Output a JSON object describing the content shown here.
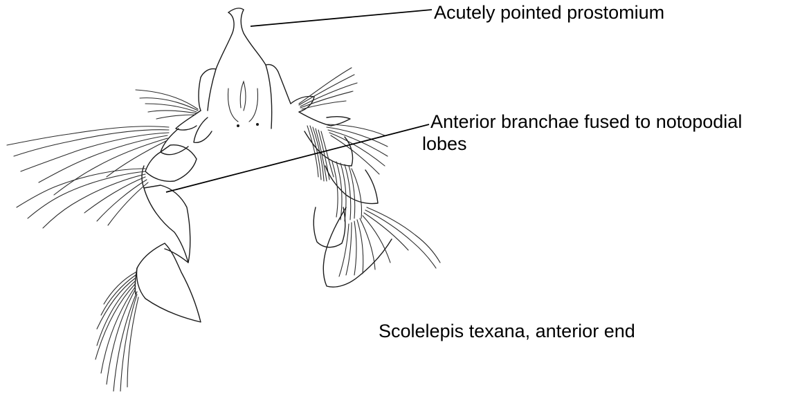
{
  "labels": {
    "prostomium": "Acutely pointed prostomium",
    "branchae_line1": "Anterior branchae fused to notopodial",
    "branchae_line2": "lobes"
  },
  "caption": "Scolelepis texana, anterior end",
  "colors": {
    "ink": "#1a1a1a",
    "background": "#ffffff"
  }
}
